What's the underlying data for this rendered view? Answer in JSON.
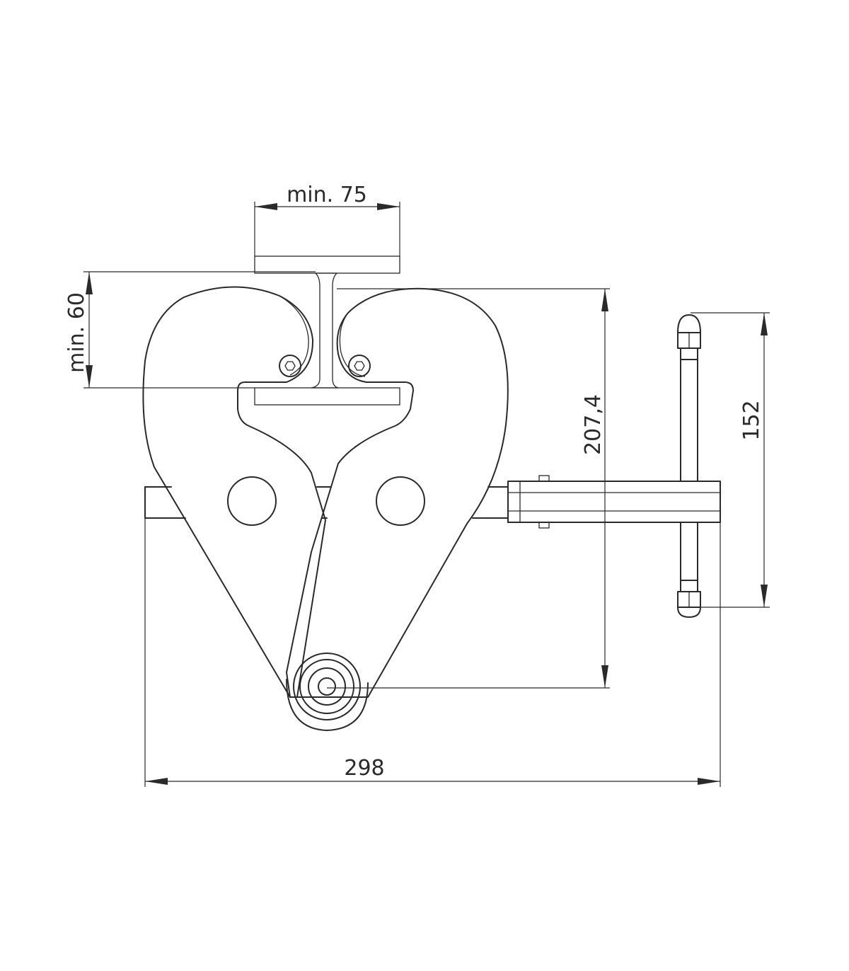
{
  "dimensions": {
    "flange_width": "min. 75",
    "flange_thickness": "min. 60",
    "clamp_height": "207,4",
    "handle_length": "152",
    "overall_width": "298"
  },
  "colors": {
    "stroke": "#2a2a2a",
    "hatch": "#6a6a6a",
    "background": "#ffffff"
  }
}
